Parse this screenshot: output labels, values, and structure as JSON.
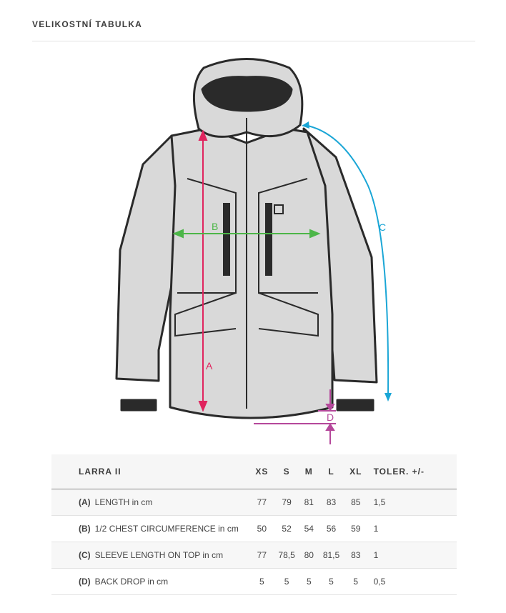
{
  "title": "VELIKOSTNÍ TABULKA",
  "diagram": {
    "labels": {
      "a": "A",
      "b": "B",
      "c": "C",
      "d": "D"
    },
    "colors": {
      "a": "#e0245e",
      "b": "#4cb648",
      "c": "#1aa6d6",
      "d": "#b5489b"
    }
  },
  "table": {
    "headers": [
      "LARRA II",
      "XS",
      "S",
      "M",
      "L",
      "XL",
      "TOLER. +/-"
    ],
    "rows": [
      {
        "code": "(A)",
        "label": "LENGTH in cm",
        "values": [
          "77",
          "79",
          "81",
          "83",
          "85"
        ],
        "tol": "1,5"
      },
      {
        "code": "(B)",
        "label": "1/2 CHEST CIRCUMFERENCE in cm",
        "values": [
          "50",
          "52",
          "54",
          "56",
          "59"
        ],
        "tol": "1"
      },
      {
        "code": "(C)",
        "label": "SLEEVE LENGTH ON TOP in cm",
        "values": [
          "77",
          "78,5",
          "80",
          "81,5",
          "83"
        ],
        "tol": "1"
      },
      {
        "code": "(D)",
        "label": "BACK DROP in cm",
        "values": [
          "5",
          "5",
          "5",
          "5",
          "5"
        ],
        "tol": "0,5"
      }
    ]
  }
}
